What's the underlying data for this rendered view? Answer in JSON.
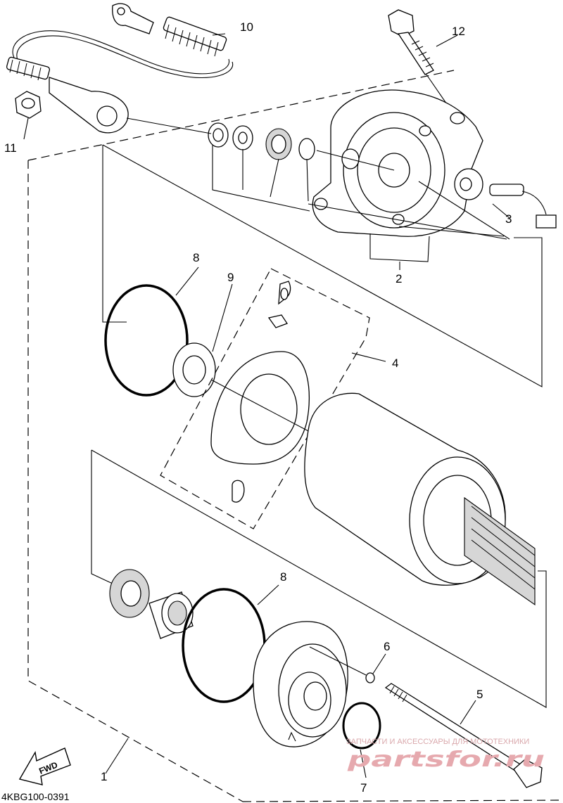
{
  "callouts": {
    "c1": "1",
    "c2": "2",
    "c3": "3",
    "c4": "4",
    "c5": "5",
    "c6": "6",
    "c7": "7",
    "c8a": "8",
    "c8b": "8",
    "c9": "9",
    "c10": "10",
    "c11": "11",
    "c12": "12"
  },
  "diagram_code": "4KBG100-0391",
  "fwd_label": "FWD",
  "watermark": {
    "tagline": "ЗАПЧАСТИ И АКСЕССУАРЫ ДЛЯ МОТОТЕХНИКИ",
    "logo": "partsfor.ru"
  }
}
